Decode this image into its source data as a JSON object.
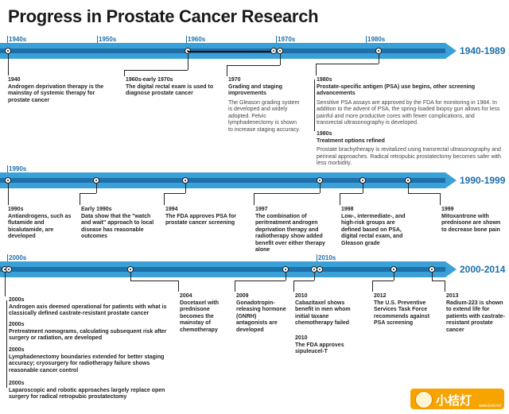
{
  "title": "Progress in Prostate Cancer Research",
  "bands": [
    {
      "range": "1940-1989",
      "decades": [
        "1940s",
        "1950s",
        "1960s",
        "1970s",
        "1980s"
      ]
    },
    {
      "range": "1990-1999",
      "decades": [
        "1990s"
      ]
    },
    {
      "range": "2000-2014",
      "decades": [
        "2000s",
        "2010s"
      ]
    }
  ],
  "events": {
    "e1940": {
      "year": "1940",
      "head": "Androgen deprivation therapy is the mainstay of systemic therapy for prostate cancer"
    },
    "e1960": {
      "year": "1960s-early 1970s",
      "head": "The digital rectal exam is used to diagnose prostate cancer"
    },
    "e1970": {
      "year": "1970",
      "head": "Grading and staging improvements",
      "note": "The Gleason grading system is developed and widely adopted. Pelvic lymphadenectomy is shown to increase staging accuracy."
    },
    "e1980a": {
      "year": "1980s",
      "head": "Prostate-specific antigen (PSA) use begins, other screening advancements",
      "note": "Sensitive PSA assays are approved by the FDA for monitoring in 1984. In addition to the advent of PSA, the spring-loaded biopsy gun allows for less painful and more productive cores with fewer complications, and transrectal ultrasonography is developed."
    },
    "e1980b": {
      "year": "1980s",
      "head": "Treatment options refined",
      "note": "Prostate brachytherapy is revitalized using transrectal ultrasonography and perineal approaches. Radical retropubic prostatectomy becomes safer with less morbidity."
    },
    "e1990": {
      "year": "1990s",
      "head": "Antiandrogens, such as flutamide and bicalutamide, are developed"
    },
    "e1990b": {
      "year": "Early 1990s",
      "head": "Data show that the \"watch and wait\" approach to local disease has reasonable outcomes"
    },
    "e1994": {
      "year": "1994",
      "head": "The FDA approves PSA for prostate cancer screening"
    },
    "e1997": {
      "year": "1997",
      "head": "The combination of peritreatment androgen deprivation therapy and radiotherapy show added benefit over either therapy alone"
    },
    "e1998": {
      "year": "1998",
      "head": "Low-, intermediate-, and high-risk groups are defined based on PSA, digital rectal exam, and Gleason grade"
    },
    "e1999": {
      "year": "1999",
      "head": "Mitoxantrone with prednisone are shown to decrease bone pain"
    },
    "e2000a": {
      "year": "2000s",
      "head": "Androgen axis deemed operational for patients with what is classically defined castrate-resistant prostate cancer"
    },
    "e2000b": {
      "year": "2000s",
      "head": "Pretreatment nomograms, calculating subsequent risk after surgery or radiation, are developed"
    },
    "e2000c": {
      "year": "2000s",
      "head": "Lymphadenectomy boundaries extended for better staging accuracy; cryosurgery for radiotherapy failure shows reasonable cancer control"
    },
    "e2000d": {
      "year": "2000s",
      "head": "Laparoscopic and robotic approaches largely replace open surgery for radical retropubic prostatectomy"
    },
    "e2004": {
      "year": "2004",
      "head": "Docetaxel with prednisone becomes the mainstay of chemotherapy"
    },
    "e2009": {
      "year": "2009",
      "head": "Gonadotropin-releasing hormone (GNRH) antagonists are developed"
    },
    "e2010a": {
      "year": "2010",
      "head": "Cabazitaxel shows benefit in men whom initial taxane chemotherapy failed"
    },
    "e2010b": {
      "year": "2010",
      "head": "The FDA approves sipuleucel-T"
    },
    "e2012": {
      "year": "2012",
      "head": "The U.S. Preventive Services Task Force recommends against PSA screening"
    },
    "e2013": {
      "year": "2013",
      "head": "Radium-223 is shown to extend life for patients with castrate-resistant prostate cancer"
    }
  },
  "logo": {
    "text": "小桔灯",
    "url": "www.iivd.net"
  },
  "colors": {
    "band": "#3aa0d8",
    "stripe": "#1f6fa8"
  }
}
